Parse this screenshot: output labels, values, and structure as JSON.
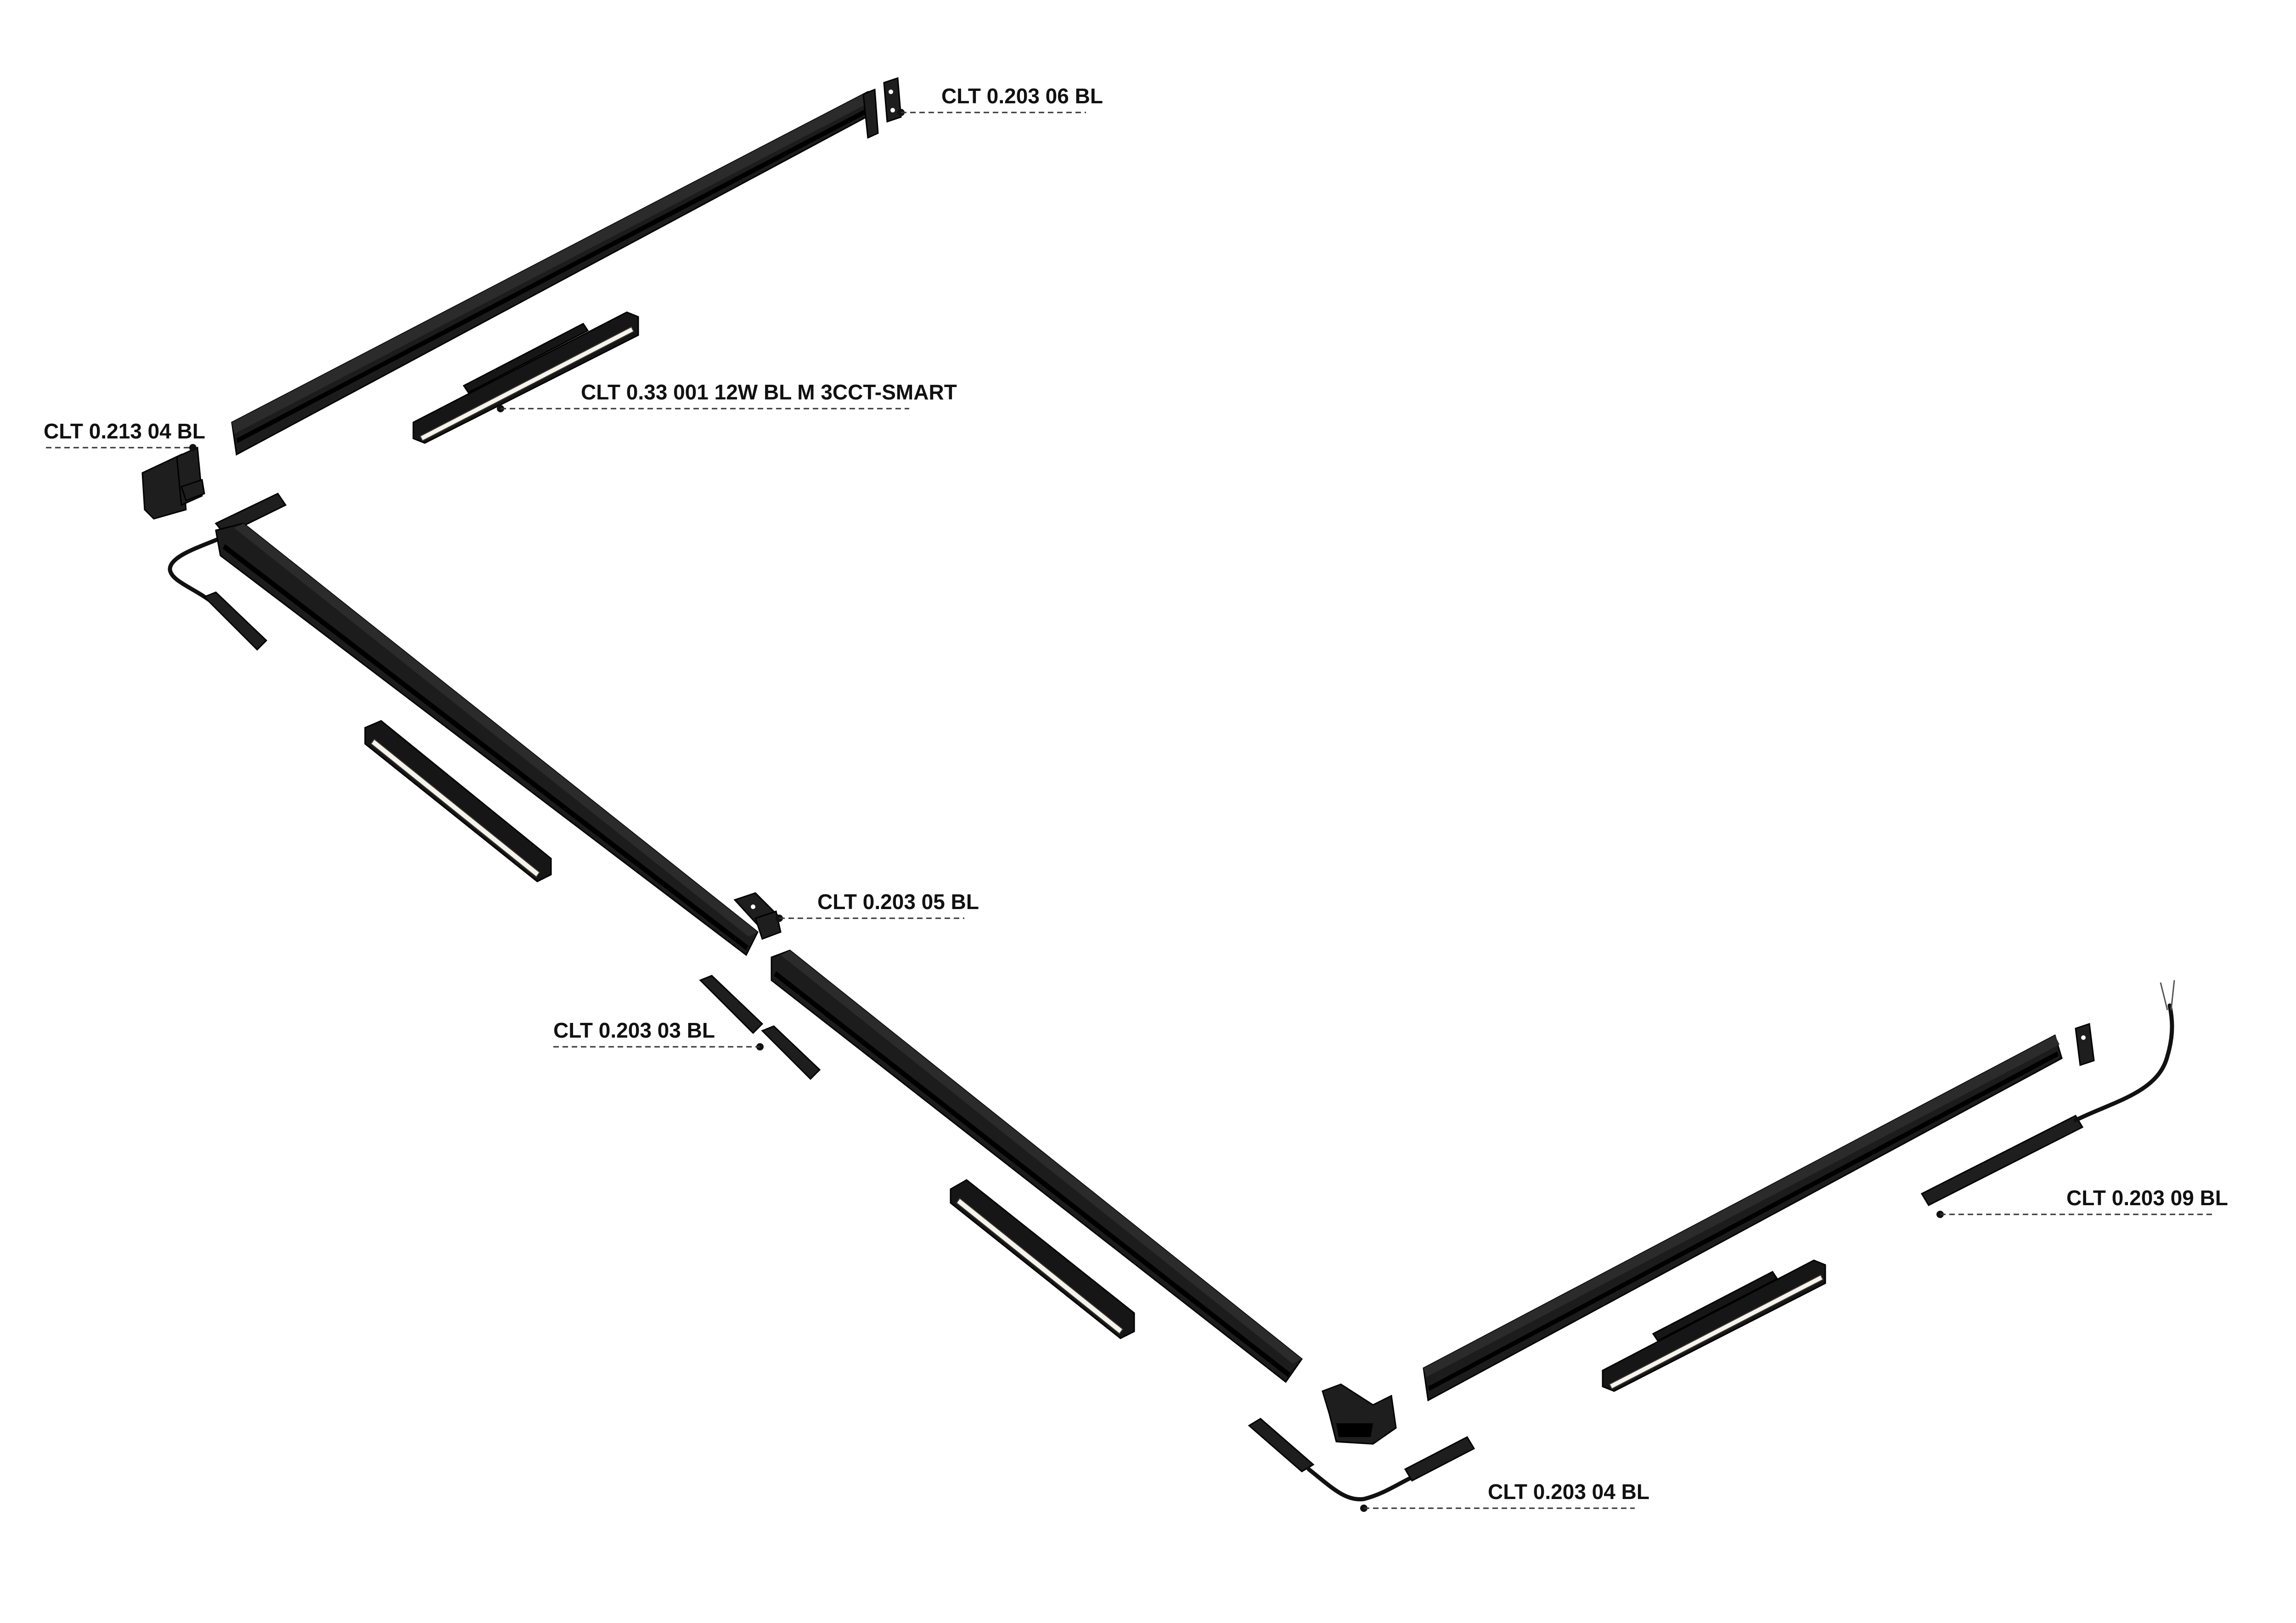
{
  "labels": {
    "connector_06": "CLT 0.203 06 BL",
    "lamp": "CLT 0.33 001 12W BL M 3CCT-SMART",
    "corner_power": "CLT 0.213 04 BL",
    "connector_05": "CLT 0.203 05 BL",
    "connector_03": "CLT 0.203 03 BL",
    "feeder_09": "CLT 0.203 09 BL",
    "corner_04": "CLT 0.203 04 BL"
  },
  "colors": {
    "track": "#1c1c1c",
    "diffuser": "#f6f3ea",
    "leader": "#333333",
    "text": "#111111"
  }
}
